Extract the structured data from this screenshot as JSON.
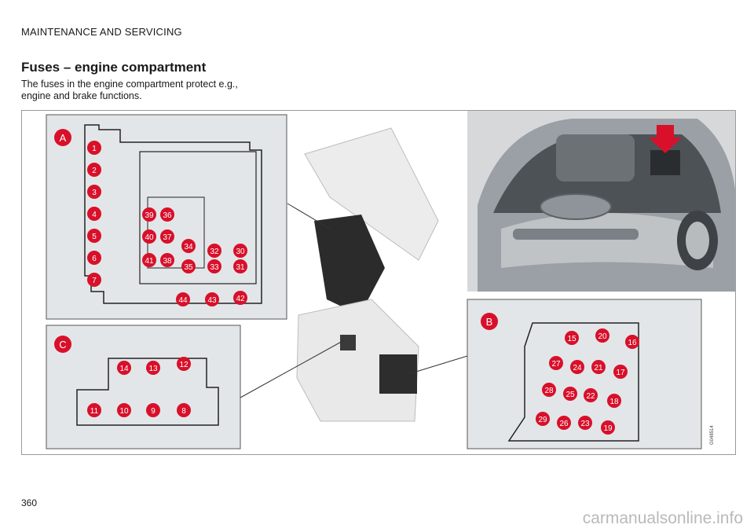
{
  "header": {
    "section": "MAINTENANCE AND SERVICING"
  },
  "article": {
    "title": "Fuses – engine compartment",
    "intro": "The fuses in the engine compartment protect e.g., engine and brake functions."
  },
  "figure": {
    "code": "G048514",
    "panels": [
      {
        "letter": "A",
        "fuses": [
          "1",
          "2",
          "3",
          "4",
          "5",
          "6",
          "7",
          "39",
          "36",
          "40",
          "37",
          "41",
          "38",
          "34",
          "35",
          "32",
          "33",
          "30",
          "31",
          "44",
          "43",
          "42"
        ]
      },
      {
        "letter": "B",
        "fuses": [
          "15",
          "20",
          "16",
          "27",
          "24",
          "21",
          "17",
          "28",
          "25",
          "22",
          "18",
          "29",
          "26",
          "23",
          "19"
        ]
      },
      {
        "letter": "C",
        "fuses": [
          "14",
          "13",
          "12",
          "11",
          "10",
          "9",
          "8"
        ]
      }
    ]
  },
  "page": {
    "number": "360"
  },
  "footer": {
    "watermark": "carmanualsonline.info"
  },
  "colors": {
    "callout": "#d8102a",
    "panel_bg": "#e3e6e8",
    "text": "#1a1a1a"
  }
}
